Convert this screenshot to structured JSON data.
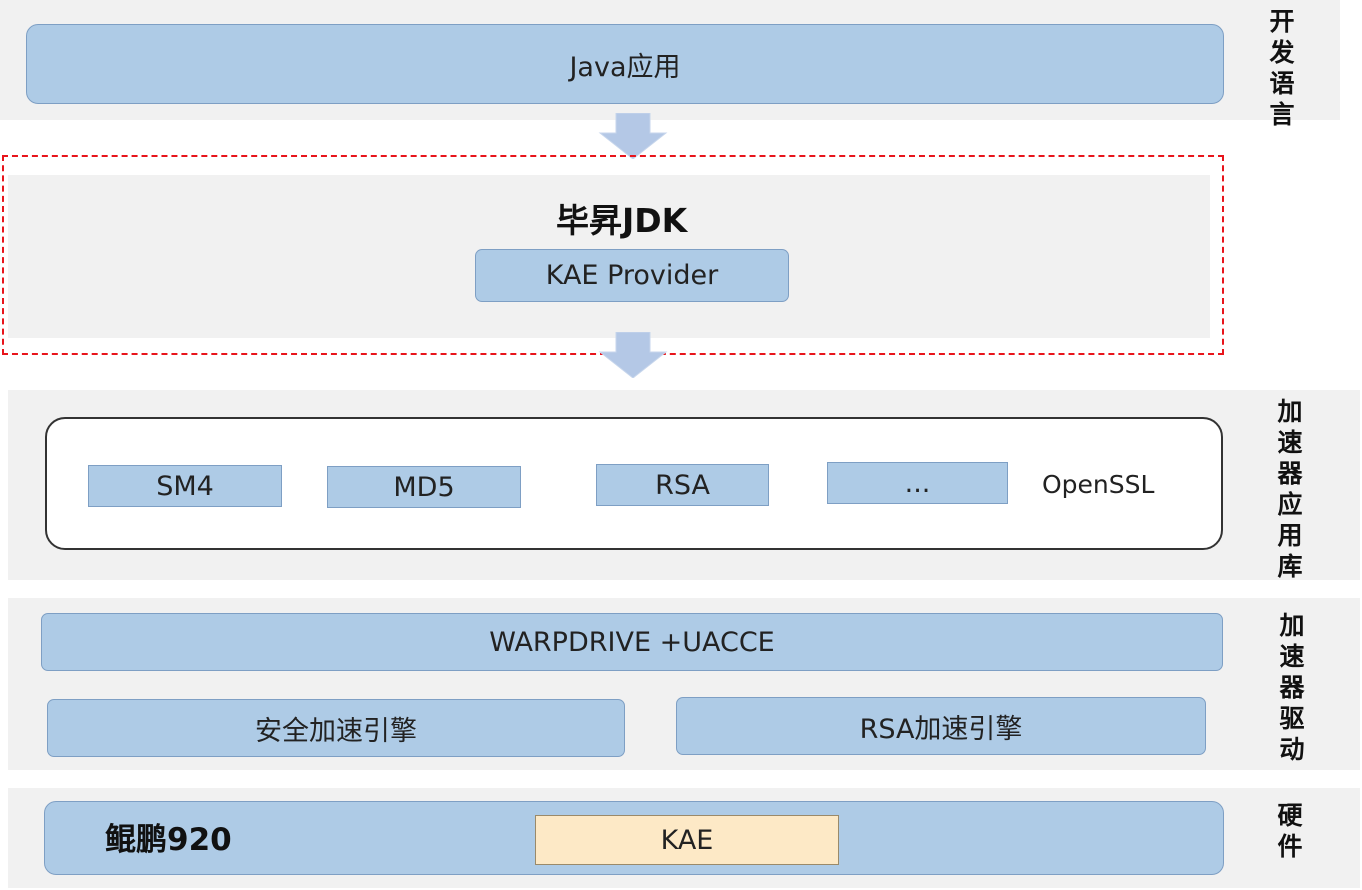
{
  "layers": {
    "language": {
      "side_label": "开发语言",
      "app_box": "Java应用"
    },
    "jdk": {
      "title": "毕昇JDK",
      "provider_box": "KAE Provider"
    },
    "app_library": {
      "side_label": "加速器应用库",
      "algorithms": [
        "SM4",
        "MD5",
        "RSA",
        "..."
      ],
      "library_name": "OpenSSL"
    },
    "driver": {
      "side_label": "加速器驱动",
      "top_box": "WARPDRIVE +UACCE",
      "engine_left": "安全加速引擎",
      "engine_right": "RSA加速引擎"
    },
    "hardware": {
      "side_label": "硬件",
      "chip_name": "鲲鹏920",
      "kae_box": "KAE"
    }
  },
  "colors": {
    "box_fill": "#aecbe6",
    "box_border": "#7e9fc4",
    "layer_bg": "#f1f1f1",
    "highlight_frame": "#e8141b",
    "kae_fill": "#fde9c6",
    "arrow_fill": "#b4c8e6"
  }
}
